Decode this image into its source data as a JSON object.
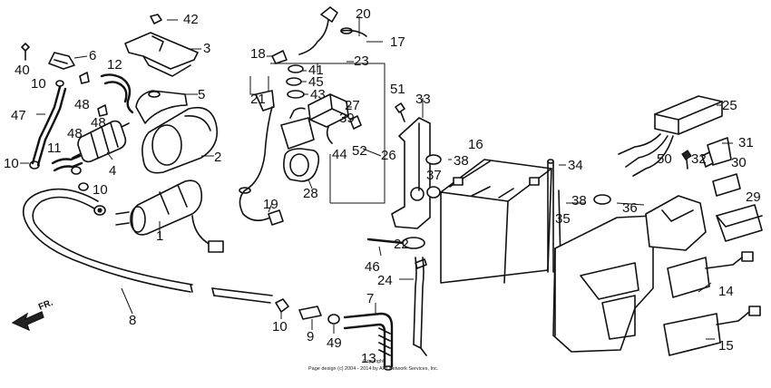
{
  "callouts": {
    "c1": "1",
    "c2": "2",
    "c3": "3",
    "c4": "4",
    "c5": "5",
    "c6": "6",
    "c7": "7",
    "c8": "8",
    "c9": "9",
    "c10a": "10",
    "c10b": "10",
    "c10c": "10",
    "c10d": "10",
    "c11": "11",
    "c12": "12",
    "c13": "13",
    "c14": "14",
    "c15": "15",
    "c16": "16",
    "c17": "17",
    "c18": "18",
    "c19": "19",
    "c20": "20",
    "c21": "21",
    "c22": "22",
    "c23": "23",
    "c24": "24",
    "c25": "25",
    "c26": "26",
    "c27": "27",
    "c28": "28",
    "c29": "29",
    "c30": "30",
    "c31": "31",
    "c32": "32",
    "c33": "33",
    "c34": "34",
    "c35": "35",
    "c36": "36",
    "c37": "37",
    "c38a": "38",
    "c38b": "38",
    "c39": "39",
    "c40": "40",
    "c41": "41",
    "c42": "42",
    "c43": "43",
    "c44": "44",
    "c45": "45",
    "c46": "46",
    "c47": "47",
    "c48a": "48",
    "c48b": "48",
    "c48c": "48",
    "c49": "49",
    "c50": "50",
    "c51": "51",
    "c52": "52"
  },
  "direction_label": "FR.",
  "copyright_line1": "Copyright",
  "copyright_line2": "Page design (c) 2004 - 2014 by ARI Network Services, Inc."
}
